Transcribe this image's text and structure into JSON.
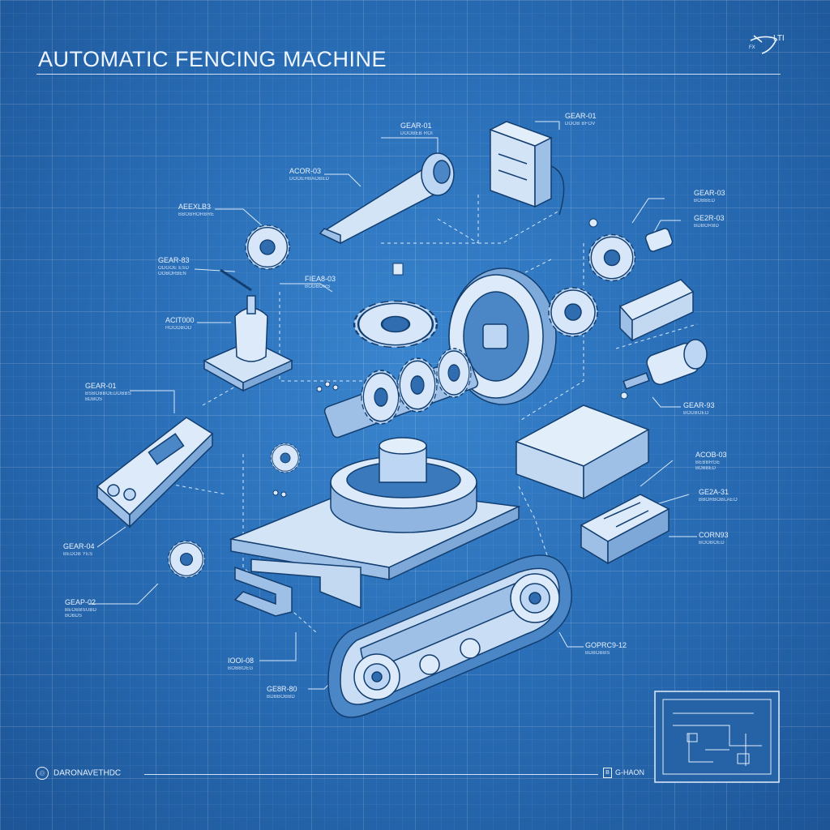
{
  "title": "AUTOMATIC FENCING MACHINE",
  "corner_mark": {
    "text1": "LTI",
    "text2": "FX"
  },
  "labels": [
    {
      "code": "GEAR-01",
      "desc": "DOOBEB ROI"
    },
    {
      "code": "GEAR-01",
      "desc": "DOOB BFOV"
    },
    {
      "code": "ACOR-03",
      "desc": "DOOEHBAOBED"
    },
    {
      "code": "AEEXLB3",
      "desc": "BBOBHORBRE"
    },
    {
      "code": "GEAR-03",
      "desc": "BOBBED"
    },
    {
      "code": "GE2R-03",
      "desc": "BDBORBD"
    },
    {
      "code": "GEAR-83",
      "desc": "ODGOE ESD",
      "desc2": "OOBORBEN"
    },
    {
      "code": "FIEA8-03",
      "desc": "BODBORS"
    },
    {
      "code": "ACIT000",
      "desc": "HOODBOD"
    },
    {
      "code": "GEAR-01",
      "desc": "BSBOBBOEDOBBS",
      "desc2": "BDBOS"
    },
    {
      "code": "GEAR-93",
      "desc": "BODBOED"
    },
    {
      "code": "ACOB-03",
      "desc": "BEBBRGE",
      "desc2": "BOBBED"
    },
    {
      "code": "GE2A-31",
      "desc": "BBORBOBLAEO"
    },
    {
      "code": "CORN93",
      "desc": "BOOBOED"
    },
    {
      "code": "GEAR-04",
      "desc": "BEDOB YES"
    },
    {
      "code": "GEAP-02",
      "desc": "BEOBBSUBD",
      "desc2": "BOBDS"
    },
    {
      "code": "IOOI-08",
      "desc": "BOBBOEG"
    },
    {
      "code": "GOPRC9-12",
      "desc": "BDBOBBS"
    },
    {
      "code": "GE8R-80",
      "desc": "BDBBOBBD"
    }
  ],
  "footer": {
    "left_text": "DARONAVETHDC",
    "left_symbol": "♲",
    "right_text": "G-HAON",
    "right_symbol": "B"
  }
}
